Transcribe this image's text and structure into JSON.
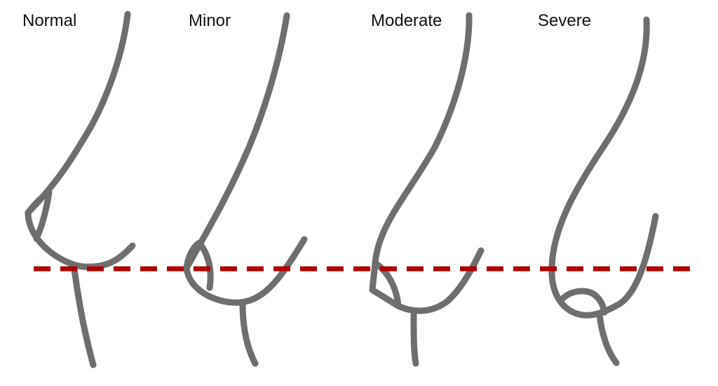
{
  "labels": {
    "normal": "Normal",
    "minor": "Minor",
    "moderate": "Moderate",
    "severe": "Severe"
  },
  "colors": {
    "outline": "#6e6e6e",
    "reference_line": "#b00000"
  }
}
